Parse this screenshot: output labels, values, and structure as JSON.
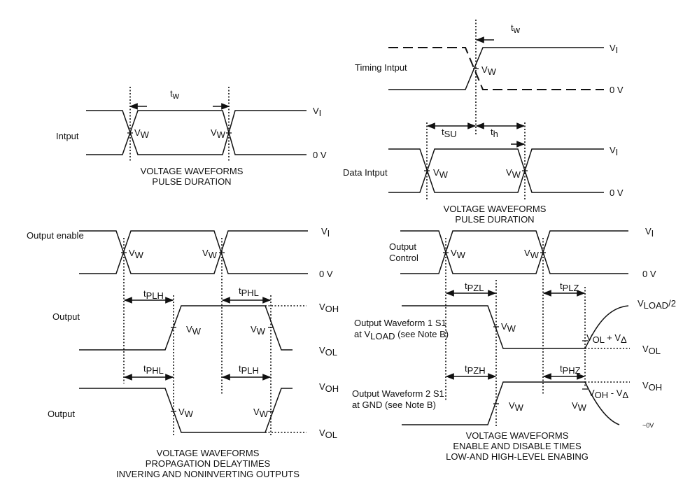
{
  "signal_labels": {
    "intput": "Intput",
    "timing_intput": "Timing Intput",
    "data_intput": "Data Intput",
    "output_enable": "Output enable",
    "output_1": "Output",
    "output_2": "Output",
    "output_control_1": "Output",
    "output_control_2": "Control",
    "waveform1_a": "Output Waveform 1 S1",
    "waveform1_b": "at V",
    "waveform1_b_sub": "LOAD",
    "waveform1_c": " (see Note B)",
    "waveform2_a": "Output Waveform 2 S1",
    "waveform2_b": "at GND (see Note B)"
  },
  "symbols": {
    "V": "V",
    "t": "t",
    "sub_W": "W",
    "sub_w": "w",
    "sub_I": "I",
    "sub_SU": "SU",
    "sub_h": "h",
    "sub_PLH": "PLH",
    "sub_PHL": "PHL",
    "sub_PZL": "PZL",
    "sub_PLZ": "PLZ",
    "sub_PZH": "PZH",
    "sub_PHZ": "PHZ",
    "sub_OH": "OH",
    "sub_OL": "OL",
    "sub_LOAD": "LOAD",
    "sub_delta": "Δ",
    "zero_v": "0 V",
    "approx_zero_v": "~0V",
    "over_2": "/2",
    "plus": " + V",
    "minus": " - V"
  },
  "captions": {
    "pulse_duration_1": [
      "VOLTAGE WAVEFORMS",
      "PULSE DURATION"
    ],
    "pulse_duration_2": [
      "VOLTAGE WAVEFORMS",
      "PULSE DURATION"
    ],
    "propagation": [
      "VOLTAGE WAVEFORMS",
      "PROPAGATION DELAYTIMES",
      "INVERING AND NONINVERTING OUTPUTS"
    ],
    "enable_disable": [
      "VOLTAGE WAVEFORMS",
      "ENABLE AND DISABLE TIMES",
      "LOW-AND HIGH-LEVEL ENABING"
    ]
  }
}
